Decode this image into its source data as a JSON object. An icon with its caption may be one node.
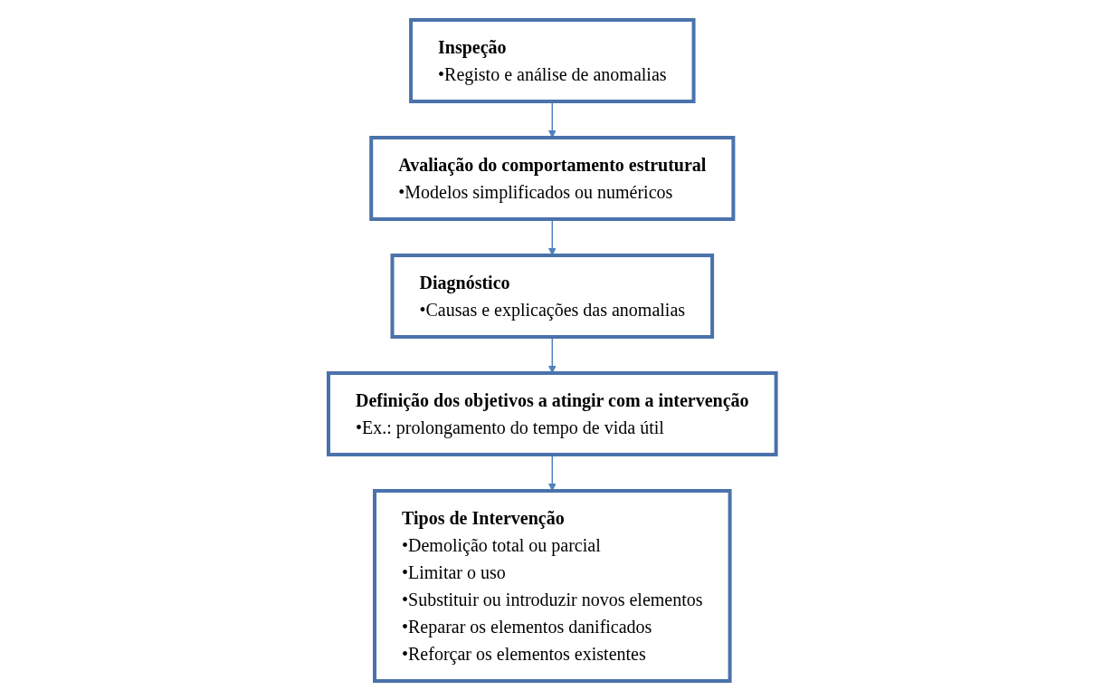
{
  "diagram": {
    "nodes": [
      {
        "text": [
          "Inspeção",
          "•Registo e análise de anomalias"
        ]
      },
      {
        "text": [
          "Avaliação do comportamento estrutural",
          "•Modelos simplificados ou numéricos"
        ]
      },
      {
        "text": [
          "Diagnóstico",
          "•Causas e explicações das anomalias"
        ]
      },
      {
        "text": [
          "Definição dos objetivos a atingir com a intervenção",
          "•Ex.: prolongamento do tempo de vida útil"
        ]
      },
      {
        "text": [
          "Tipos de Intervenção",
          "•Demolição total ou parcial",
          "•Limitar o uso",
          "•Substituir ou introduzir novos elementos",
          "•Reparar os elementos danificados",
          "•Reforçar os elementos existentes"
        ]
      }
    ],
    "edges": [
      {
        "from": 0,
        "to": 1,
        "arrow": "to"
      },
      {
        "from": 1,
        "to": 2,
        "arrow": "to"
      },
      {
        "from": 2,
        "to": 3,
        "arrow": "to"
      },
      {
        "from": 3,
        "to": 4,
        "arrow": "to"
      }
    ]
  }
}
